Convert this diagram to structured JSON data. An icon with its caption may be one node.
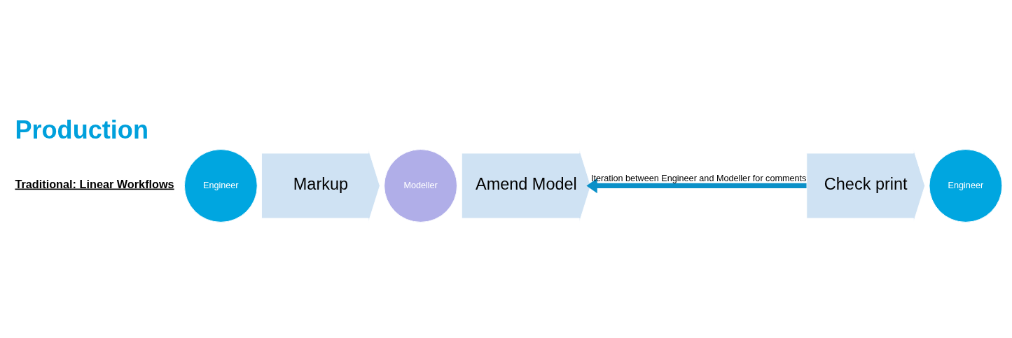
{
  "diagram": {
    "title": "Production",
    "nodes": [
      {
        "text": [
          "Engineer"
        ]
      },
      {
        "text": [
          "Markup"
        ]
      },
      {
        "text": [
          "Modeller"
        ]
      },
      {
        "text": [
          "Amend Model"
        ]
      },
      {
        "text": [
          "Engineer"
        ]
      },
      {
        "text": [
          "Check print"
        ]
      }
    ],
    "edges": [
      {
        "from": 5,
        "to": 3,
        "arrow": "to",
        "label": "Iteration between Engineer and Modeller for comments"
      }
    ],
    "labels": [
      "Traditional: Linear Workflows"
    ]
  }
}
